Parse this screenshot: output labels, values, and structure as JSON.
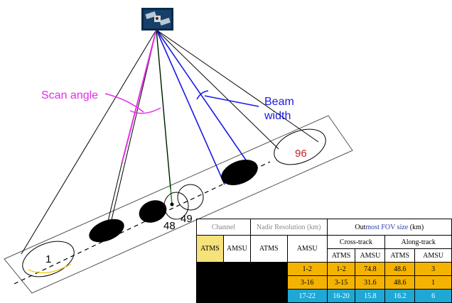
{
  "labels": {
    "scan_angle": "Scan angle",
    "beam_width_line1": "Beam",
    "beam_width_line2": "width",
    "fov_1": "1",
    "fov_48": "48",
    "fov_49": "49",
    "fov_96": "96"
  },
  "colors": {
    "scan_angle": "#e62ee6",
    "beam": "#1a1ae6",
    "nadir_line": "#1f8f1f",
    "fov_96": "#cc1f1f",
    "table_orange": "#f5b301",
    "table_cyan": "#1fa8d6"
  },
  "icons": {
    "satellite": "satellite-icon"
  },
  "table": {
    "header": {
      "channel": "Channel",
      "nadir_resolution": "Nadir Resolution (km)",
      "outmost_fov_prefix": "Out",
      "outmost_fov_accent": "most FOV size",
      "outmost_fov_suffix": " (km)",
      "cross_track": "Cross-track",
      "along_track": "Along-track"
    },
    "subheader": {
      "channel_atms": "ATMS",
      "channel_amsu": "AMSU",
      "nadir_atms": "ATMS",
      "nadir_amsu": "AMSU",
      "cross_atms": "ATMS",
      "cross_amsu": "AMSU",
      "along_atms": "ATMS",
      "along_amsu": "AMSU"
    },
    "rows": [
      {
        "amsu": "1-2",
        "atms": "1-2",
        "cross_atms": "74.8",
        "along_atms": "48.6",
        "along_amsu": "3",
        "color": "orange"
      },
      {
        "amsu": "3-16",
        "atms": "3-15",
        "cross_atms": "31.6",
        "along_atms": "48.6",
        "along_amsu": "1",
        "color": "orange"
      },
      {
        "amsu": "17-22",
        "atms": "16-20",
        "cross_atms": "15.8",
        "along_atms": "16.2",
        "along_amsu": "6",
        "color": "cyan"
      }
    ]
  }
}
